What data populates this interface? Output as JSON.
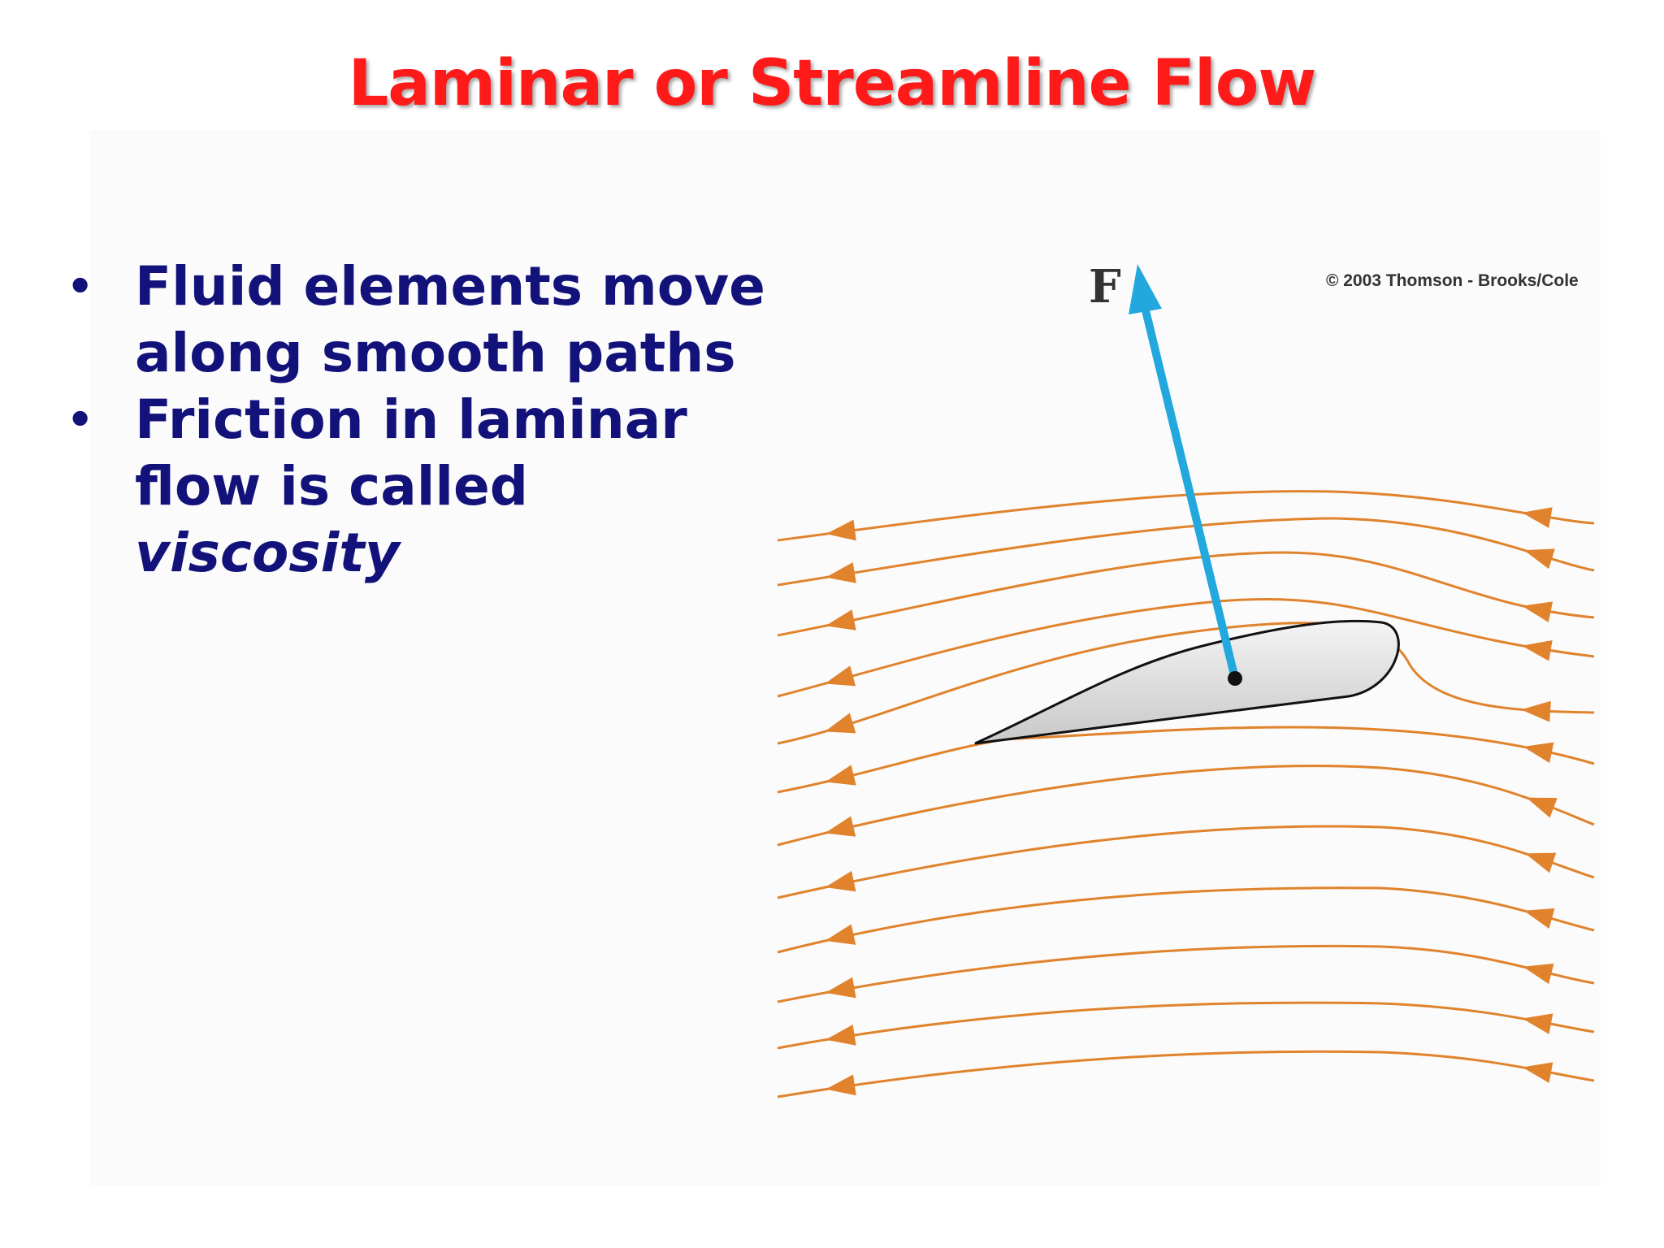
{
  "slide": {
    "title": "Laminar or Streamline Flow",
    "bullets": [
      {
        "text": "Fluid elements move along smooth paths",
        "emphasis": ""
      },
      {
        "text": "Friction in laminar flow is called ",
        "emphasis": "viscosity"
      }
    ]
  },
  "figure": {
    "force_label": "F",
    "copyright": "© 2003 Thomson - Brooks/Cole",
    "colors": {
      "title": "#ff1a1a",
      "bullet_text": "#12127a",
      "streamline": "#e0832c",
      "force_arrow": "#23a8dd",
      "airfoil_fill": "#d9d9d9"
    },
    "streamline_count": 12,
    "icons": [
      "force-arrow-icon",
      "streamline-arrow-icon",
      "airfoil-shape"
    ]
  }
}
